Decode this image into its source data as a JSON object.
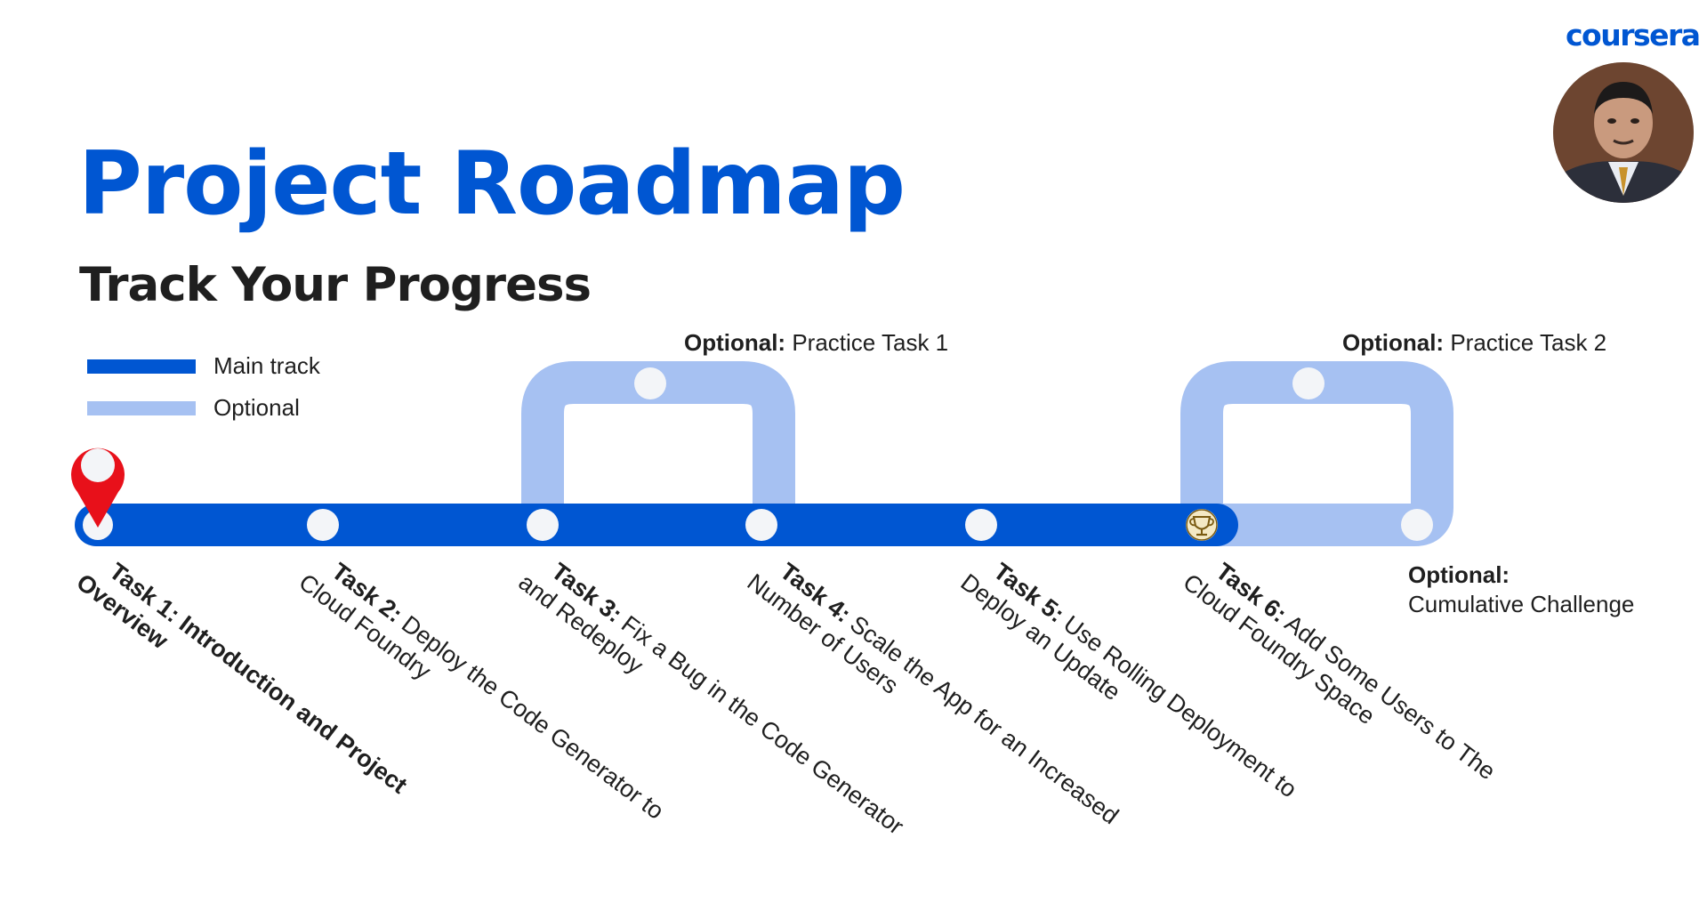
{
  "logo": "coursera",
  "title": "Project Roadmap",
  "subtitle": "Track Your Progress",
  "legend": {
    "main": "Main track",
    "optional": "Optional"
  },
  "colors": {
    "brand": "#0056d2",
    "main_track": "#0056d2",
    "optional_track": "#a6c1f2",
    "node": "#f3f5f8",
    "pin": "#e8101a"
  },
  "optional_labels": [
    {
      "prefix": "Optional:",
      "text": "Practice Task 1"
    },
    {
      "prefix": "Optional:",
      "text": "Practice Task 2"
    }
  ],
  "cumulative": {
    "prefix": "Optional:",
    "text": "Cumulative Challenge"
  },
  "tasks": [
    {
      "prefix": "Task 1:",
      "line1": "Introduction and Project",
      "line2": "Overview"
    },
    {
      "prefix": "Task 2:",
      "line1": "Deploy the Code Generator to",
      "line2": "Cloud Foundry"
    },
    {
      "prefix": "Task 3:",
      "line1": "Fix a Bug in the Code Generator",
      "line2": "and Redeploy"
    },
    {
      "prefix": "Task 4:",
      "line1": "Scale the App for an Increased",
      "line2": "Number of Users"
    },
    {
      "prefix": "Task 5:",
      "line1": "Use Rolling Deployment to",
      "line2": "Deploy an Update"
    },
    {
      "prefix": "Task 6:",
      "line1": "Add Some Users to The",
      "line2": "Cloud Foundry Space"
    }
  ],
  "icons": {
    "current_position": "location-pin-icon",
    "final_task": "trophy-icon"
  }
}
